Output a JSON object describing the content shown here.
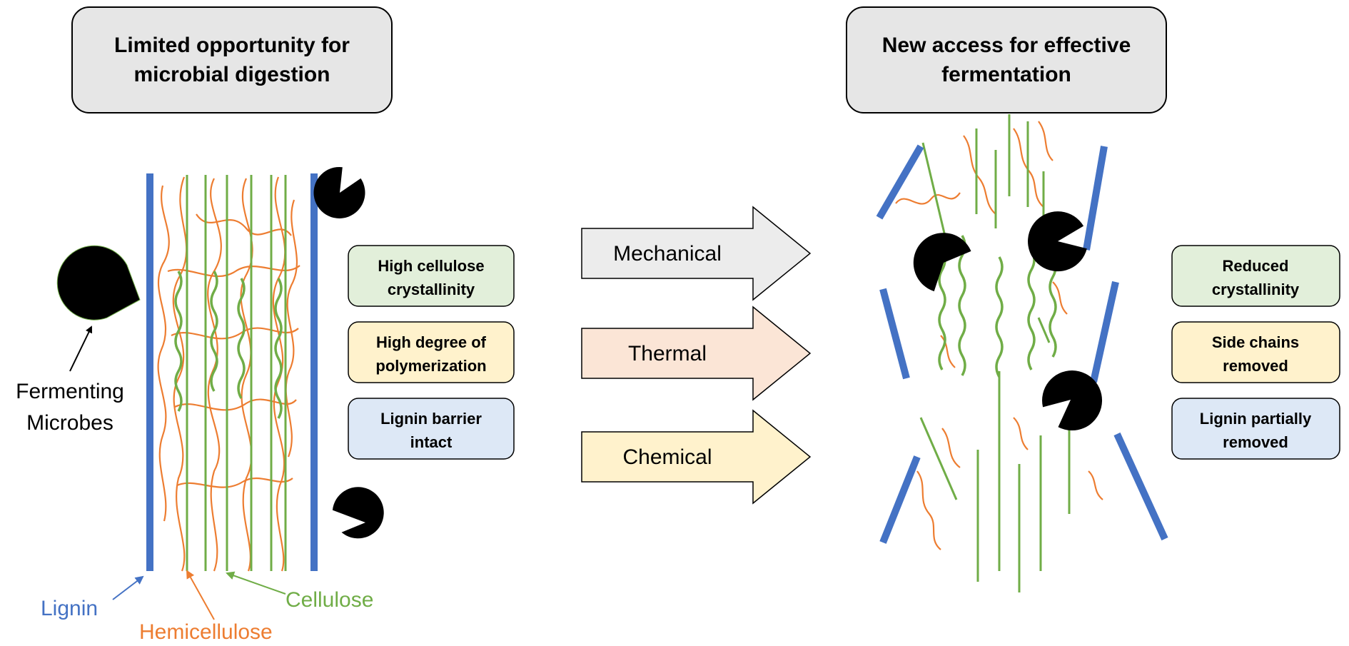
{
  "left_panel": {
    "title_lines": [
      "Limited opportunity for",
      "microbial digestion"
    ],
    "properties": [
      {
        "lines": [
          "High cellulose",
          "crystallinity"
        ],
        "kind": "crystallinity"
      },
      {
        "lines": [
          "High degree of",
          "polymerization"
        ],
        "kind": "side-chains"
      },
      {
        "lines": [
          "Lignin barrier",
          "intact"
        ],
        "kind": "lignin"
      }
    ],
    "microbe_label_lines": [
      "Fermenting",
      "Microbes"
    ],
    "legend": {
      "lignin": "Lignin",
      "hemicellulose": "Hemicellulose",
      "cellulose": "Cellulose"
    }
  },
  "treatments": [
    {
      "label": "Mechanical",
      "kind": "mechanical"
    },
    {
      "label": "Thermal",
      "kind": "thermal"
    },
    {
      "label": "Chemical",
      "kind": "chemical"
    }
  ],
  "right_panel": {
    "title_lines": [
      "New access for effective",
      "fermentation"
    ],
    "properties": [
      {
        "lines": [
          "Reduced",
          "crystallinity"
        ],
        "kind": "crystallinity"
      },
      {
        "lines": [
          "Side chains",
          "removed"
        ],
        "kind": "side-chains"
      },
      {
        "lines": [
          "Lignin partially",
          "removed"
        ],
        "kind": "lignin"
      }
    ]
  },
  "colors": {
    "lignin": "#4472c4",
    "cellulose": "#70ad47",
    "hemicellulose": "#ed7d31",
    "title_box_fill": "#e6e6e6",
    "crystallinity_fill": "#e2efda",
    "side_chains_fill": "#fff2cc",
    "lignin_fill": "#dde8f6",
    "mechanical_fill": "#ececec",
    "thermal_fill": "#fbe5d6",
    "chemical_fill": "#fff2cc",
    "microbe": "#000000"
  }
}
